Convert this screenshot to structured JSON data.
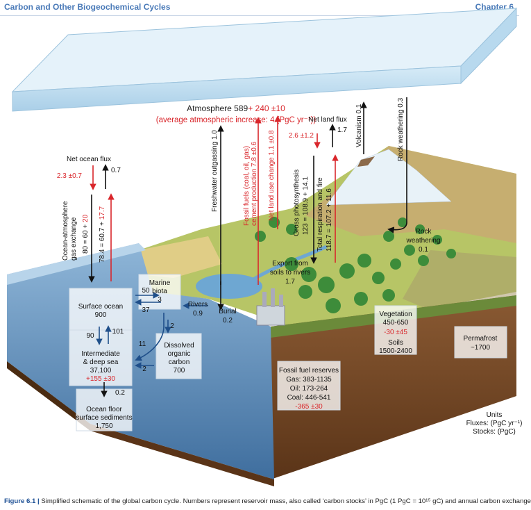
{
  "header": {
    "left": "Carbon and Other Biogeochemical Cycles",
    "right": "Chapter 6"
  },
  "atmosphere": {
    "label": "Atmosphere 589",
    "change": "+ 240 ±10",
    "increase": "(average atmospheric increase: 4 (PgC yr⁻¹))"
  },
  "ocean_flux": {
    "title": "Net ocean flux",
    "down": "2.3 ±0.7",
    "up": "0.7",
    "exchange_label_1": "Ocean-atmosphere",
    "exchange_label_2": "gas exchange",
    "down_value": "80 = 60 +",
    "down_red": "20",
    "up_value": "78.4 = 60.7 +",
    "up_red": "17.7"
  },
  "fluxes": {
    "freshwater": "Freshwater outgassing   1.0",
    "fossil_1": "Fossil fuels (coal, oil, gas)",
    "fossil_2": "cement production   7.8 ±0.6",
    "land_use": "Net land use change   1.1 ±0.8",
    "land_title": "Net land flux",
    "land_down": "2.6 ±1.2",
    "land_up": "1.7",
    "photosynthesis_1": "Gross photosynthesis",
    "photosynthesis_2": "123 = 108.9 + 14.1",
    "respiration_1": "Total respiration and fire",
    "respiration_2": "118.7 = 107.2 + 11.6",
    "volcanism": "Volcanism   0.1",
    "rock_weathering": "Rock weathering   0.3",
    "rock_weathering_box_1": "Rock",
    "rock_weathering_box_2": "weathering",
    "rock_weathering_box_3": "0.1",
    "export_1": "Export from",
    "export_2": "soils to rivers",
    "export_3": "1.7",
    "rivers_1": "Rivers",
    "rivers_2": "0.9",
    "burial_1": "Burial",
    "burial_2": "0.2"
  },
  "ocean": {
    "surface_1": "Surface ocean",
    "surface_2": "900",
    "marine_1": "Marine",
    "marine_2": "biota",
    "marine_3": "3",
    "f50": "50",
    "f37": "37",
    "f90": "90",
    "f101": "101",
    "f2a": "2",
    "f11": "11",
    "f2b": "2",
    "deep_1": "Intermediate",
    "deep_2": "& deep sea",
    "deep_3": "37,100",
    "deep_change": "+155 ±30",
    "doc_1": "Dissolved",
    "doc_2": "organic",
    "doc_3": "carbon",
    "doc_4": "700",
    "f02": "0.2",
    "floor_1": "Ocean floor",
    "floor_2": "surface sediments",
    "floor_3": "1,750"
  },
  "land": {
    "veg_1": "Vegetation",
    "veg_2": "450-650",
    "veg_change": "-30 ±45",
    "soils_1": "Soils",
    "soils_2": "1500-2400",
    "perm_1": "Permafrost",
    "perm_2": "~1700",
    "ff_title": "Fossil fuel reserves",
    "ff_gas": "Gas: 383-1135",
    "ff_oil": "Oil: 173-264",
    "ff_coal": "Coal: 446-541",
    "ff_change": "-365 ±30"
  },
  "units": {
    "title": "Units",
    "fluxes": "Fluxes: (PgC yr⁻¹)",
    "stocks": "Stocks: (PgC)"
  },
  "caption": {
    "label": "Figure 6.1 |",
    "text": "Simplified schematic of the global carbon cycle. Numbers represent reservoir mass, also called ‘carbon stocks’ in PgC (1 PgC = 10¹⁵ gC) and annual carbon exchange"
  },
  "colors": {
    "header": "#4a7ab8",
    "red_flux": "#d9262b",
    "ocean": "#5f8fbd",
    "land": "#a9b95a",
    "atmosphere": "#c7e0f0"
  }
}
